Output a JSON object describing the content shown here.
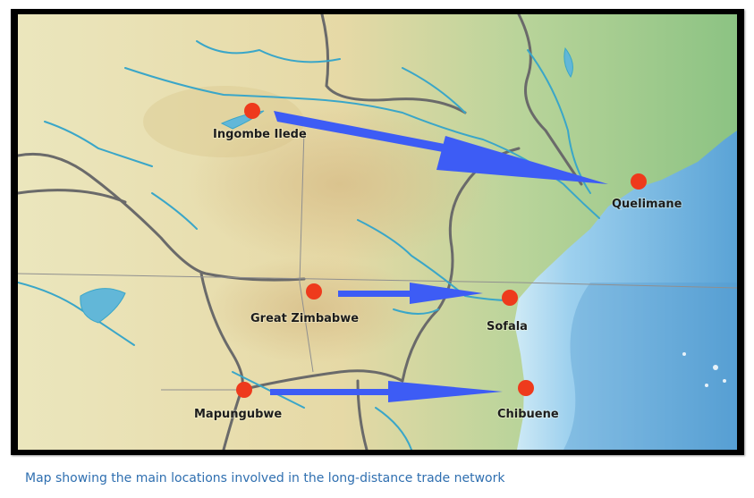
{
  "map": {
    "places": [
      {
        "id": "ingombe-ilede",
        "name": "Ingombe Ilede"
      },
      {
        "id": "quelimane",
        "name": "Quelimane"
      },
      {
        "id": "great-zimbabwe",
        "name": "Great Zimbabwe"
      },
      {
        "id": "sofala",
        "name": "Sofala"
      },
      {
        "id": "mapungubwe",
        "name": "Mapungubwe"
      },
      {
        "id": "chibuene",
        "name": "Chibuene"
      }
    ],
    "trade_routes": [
      {
        "from": "Ingombe Ilede",
        "to": "Quelimane"
      },
      {
        "from": "Great Zimbabwe",
        "to": "Sofala"
      },
      {
        "from": "Mapungubwe",
        "to": "Chibuene"
      }
    ],
    "marker_color": "#ee3a1c",
    "route_color": "#3d5cf5",
    "ocean_color": "#7fbde6",
    "land_color": "#e8e2b4",
    "river_color": "#3aa6c8"
  },
  "caption": "Map showing the main locations involved in the long-distance trade network"
}
